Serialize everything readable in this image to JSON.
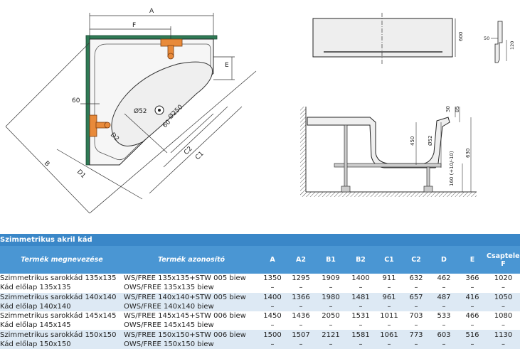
{
  "drawings": {
    "top_view": {
      "dimension_labels": [
        "A",
        "F",
        "E",
        "60",
        "Ø52",
        "Ø250",
        "60",
        "D2",
        "C2",
        "C1",
        "D1",
        "B"
      ]
    },
    "front_view": {
      "dimension_labels": [
        "600",
        "50",
        "120"
      ]
    },
    "side_view": {
      "dimension_labels": [
        "30",
        "85",
        "Ø52",
        "450",
        "630",
        "160 (+10/-10)"
      ]
    }
  },
  "table": {
    "title": "Szimmetrikus akril kád",
    "headers": {
      "name": "Termék megnevezése",
      "code": "Termék azonosító",
      "A": "A",
      "A2": "A2",
      "B1": "B1",
      "B2": "B2",
      "C1": "C1",
      "C2": "C2",
      "D": "D",
      "E": "E",
      "F_line1": "Csaptelep",
      "F_line2": "F"
    },
    "rows": [
      {
        "name": "Szimmetrikus sarokkád 135x135",
        "code": "WS/FREE 135x135+STW 005 biew",
        "A": "1350",
        "A2": "1295",
        "B1": "1909",
        "B2": "1400",
        "C1": "911",
        "C2": "632",
        "D": "462",
        "E": "366",
        "F": "1020",
        "sub_name": "Kád előlap 135x135",
        "sub_code": "OWS/FREE 135x135 biew",
        "dash": "–"
      },
      {
        "name": "Szimmetrikus sarokkád 140x140",
        "code": "WS/FREE 140x140+STW 005 biew",
        "A": "1400",
        "A2": "1366",
        "B1": "1980",
        "B2": "1481",
        "C1": "961",
        "C2": "657",
        "D": "487",
        "E": "416",
        "F": "1050",
        "sub_name": "Kád előlap 140x140",
        "sub_code": "OWS/FREE 140x140 biew",
        "dash": "–"
      },
      {
        "name": "Szimmetrikus sarokkád 145x145",
        "code": "WS/FREE 145x145+STW 006 biew",
        "A": "1450",
        "A2": "1436",
        "B1": "2050",
        "B2": "1531",
        "C1": "1011",
        "C2": "703",
        "D": "533",
        "E": "466",
        "F": "1080",
        "sub_name": "Kád előlap 145x145",
        "sub_code": "OWS/FREE 145x145 biew",
        "dash": "–"
      },
      {
        "name": "Szimmetrikus sarokkád 150x150",
        "code": "WS/FREE 150x150+STW 006 biew",
        "A": "1500",
        "A2": "1507",
        "B1": "2121",
        "B2": "1581",
        "C1": "1061",
        "C2": "773",
        "D": "603",
        "E": "516",
        "F": "1130",
        "sub_name": "Kád előlap 150x150",
        "sub_code": "OWS/FREE 150x150 biew",
        "dash": "–"
      }
    ]
  }
}
